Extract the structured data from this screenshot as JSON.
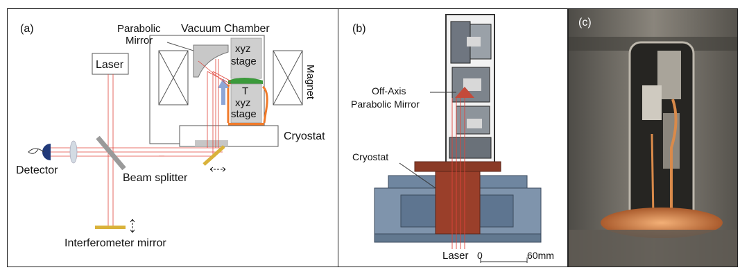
{
  "panel_a": {
    "tag": "(a)",
    "laser": "Laser",
    "parabolic_mirror_1": "Parabolic",
    "parabolic_mirror_2": "Mirror",
    "vacuum_chamber": "Vacuum Chamber",
    "xyz_stage_top_1": "xyz",
    "xyz_stage_top_2": "stage",
    "t_label": "T",
    "xyz_stage_bottom_1": "xyz",
    "xyz_stage_bottom_2": "stage",
    "magnet": "Magnet",
    "cryostat": "Cryostat",
    "detector": "Detector",
    "beam_splitter": "Beam splitter",
    "interferometer_mirror": "Interferometer mirror"
  },
  "panel_b": {
    "tag": "(b)",
    "off_axis_1": "Off-Axis",
    "off_axis_2": "Parabolic Mirror",
    "cryostat": "Cryostat",
    "laser": "Laser",
    "scale_start": "0",
    "scale_end": "60mm"
  },
  "panel_c": {
    "tag": "(c)"
  },
  "colors": {
    "beam": "#e0443a",
    "sample_stage_orange": "#f07a2a",
    "sample_green": "#3c9a3c",
    "arrow_blue": "#8ea6d6",
    "mirror_gold": "#d9b23a",
    "cryostat_brown": "#8a3a26",
    "base_blue": "#6f86a0"
  }
}
